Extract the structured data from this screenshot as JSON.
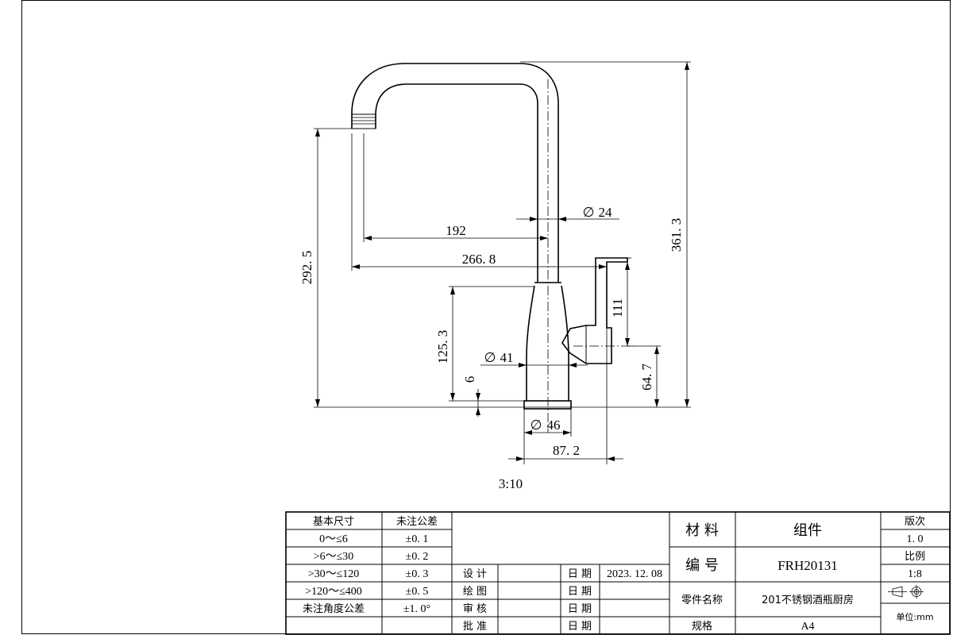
{
  "dimensions": {
    "d192": "192",
    "d266": "266. 8",
    "d24": "24",
    "d292": "292. 5",
    "d361": "361. 3",
    "d125": "125. 3",
    "d111": "111",
    "d41": "41",
    "d6": "6",
    "d64": "64. 7",
    "d46": "46",
    "d87": "87. 2",
    "diameter_symbol": "∅"
  },
  "scale_note": "3:10",
  "tolerance_table": {
    "headers": [
      "基本尺寸",
      "未注公差"
    ],
    "rows": [
      [
        "0～≤6",
        "±0. 1"
      ],
      [
        ">6～≤30",
        "±0. 2"
      ],
      [
        ">30～≤120",
        "±0. 3"
      ],
      [
        ">120～≤400",
        "±0. 5"
      ],
      [
        "未注角度公差",
        "±1. 0°"
      ]
    ]
  },
  "signoff": [
    {
      "role": "设  计",
      "date_label": "日  期",
      "date": "2023. 12. 08"
    },
    {
      "role": "绘  图",
      "date_label": "日  期",
      "date": ""
    },
    {
      "role": "审  核",
      "date_label": "日  期",
      "date": ""
    },
    {
      "role": "批  准",
      "date_label": "日  期",
      "date": ""
    }
  ],
  "title_block": {
    "material_label": "材  料",
    "material_value": "组件",
    "number_label": "编  号",
    "number_value": "FRH20131",
    "part_name_label": "零件名称",
    "part_name_value": "201不锈钢酒瓶厨房",
    "spec_label": "规格",
    "spec_value": "A4",
    "version_label": "版次",
    "version_value": "1. 0",
    "ratio_label": "比例",
    "ratio_value": "1:8",
    "unit_label": "单位:mm"
  }
}
